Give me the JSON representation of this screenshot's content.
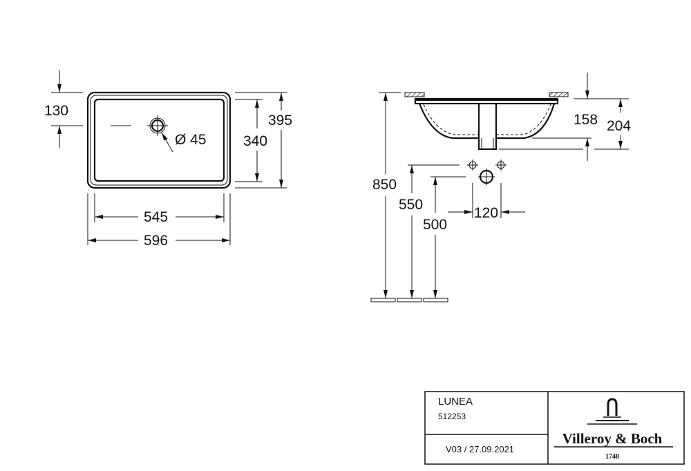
{
  "plan_view": {
    "dim_drain_offset": "130",
    "dim_drain_diameter": "Ø 45",
    "dim_inner_depth": "340",
    "dim_outer_depth": "395",
    "dim_inner_width": "545",
    "dim_outer_width": "596"
  },
  "side_view": {
    "dim_basin_depth": "158",
    "dim_total_depth": "204",
    "dim_counter_height": "850",
    "dim_tap_height": "550",
    "dim_drain_height": "500",
    "dim_tap_spacing": "120"
  },
  "title_block": {
    "product_name": "LUNEA",
    "article_number": "512253",
    "version_date": "V03 / 27.09.2021",
    "brand": "Villeroy & Boch",
    "brand_year": "1748"
  },
  "colors": {
    "line": "#111111",
    "background": "#ffffff"
  }
}
